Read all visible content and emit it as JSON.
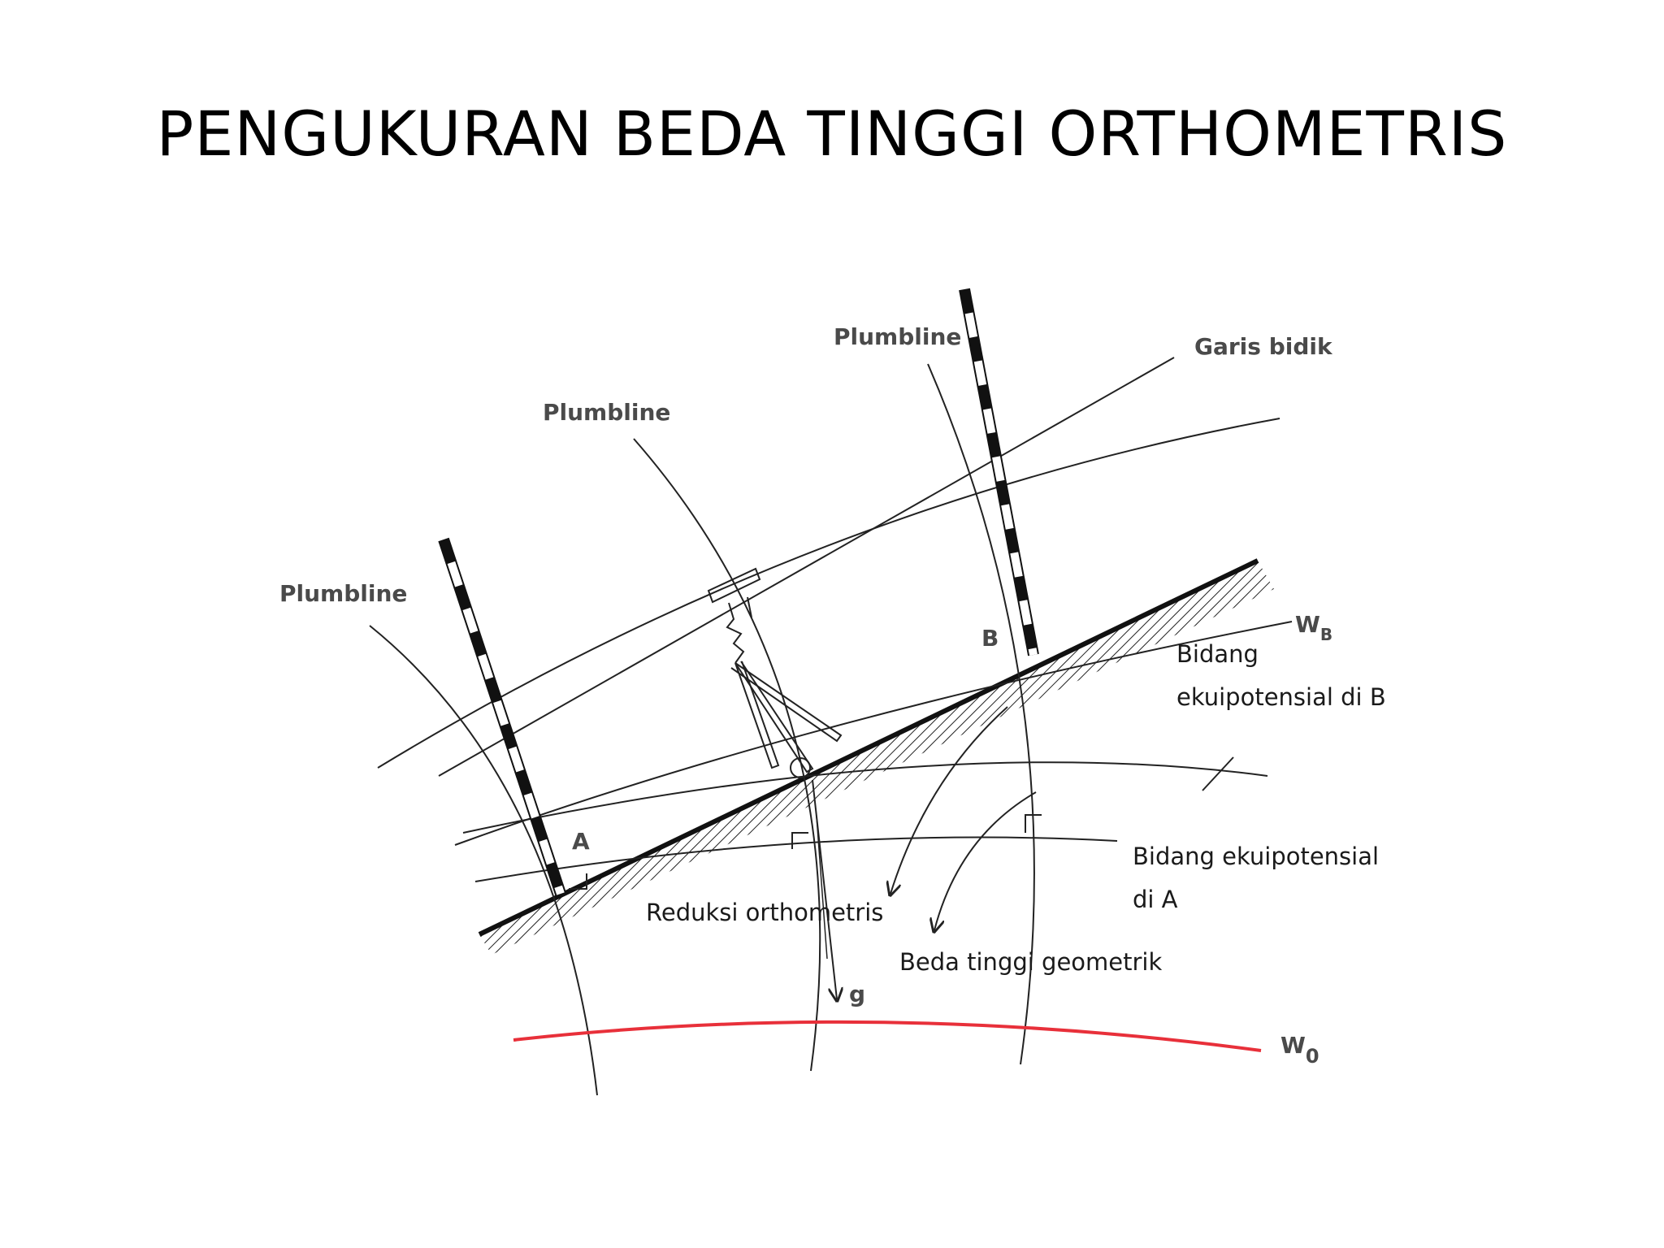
{
  "title": "PENGUKURAN BEDA TINGGI ORTHOMETRIS",
  "labels": {
    "plumbline_left": "Plumbline",
    "plumbline_middle": "Plumbline",
    "plumbline_right": "Plumbline",
    "garis_bidik": "Garis bidik",
    "point_a": "A",
    "point_b": "B",
    "wb": "W",
    "wb_sub": "B",
    "w0": "W",
    "w0_sub": "0",
    "g": "g",
    "bidang_b_line1": "Bidang",
    "bidang_b_line2": "ekuipotensial di B",
    "bidang_a_line1": "Bidang ekuipotensial",
    "bidang_a_line2": "di A",
    "reduksi": "Reduksi orthometris",
    "beda_tinggi": "Beda tinggi geometrik"
  },
  "colors": {
    "reference_surface": "#e8303a",
    "lines": "#222222",
    "labels_gray": "#4a4a4a"
  }
}
